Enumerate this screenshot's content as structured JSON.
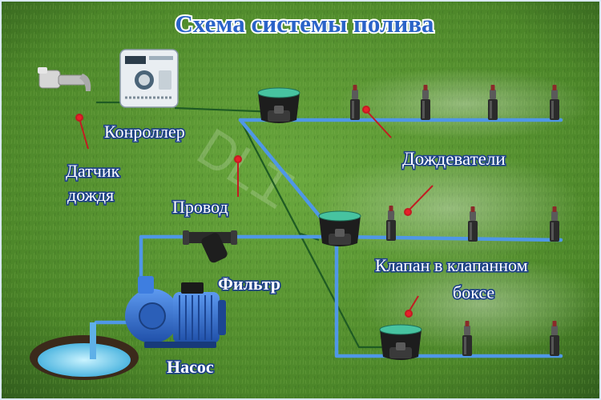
{
  "title": "Схема системы полива",
  "labels": {
    "controller": "Конроллер",
    "rain_sensor_line1": "Датчик",
    "rain_sensor_line2": "дождя",
    "wire": "Провод",
    "sprinklers": "Дождеватели",
    "valve_line1": "Клапан в клапанном",
    "valve_line2": "боксе",
    "filter": "Фильтр",
    "pump": "Насос"
  },
  "colors": {
    "grass": "#4f8a2c",
    "pipe": "#4f97e6",
    "wire": "#1f5b23",
    "label_text": "#ffffff",
    "label_outline": "#1c3f88",
    "title_text": "#2a63c8",
    "marker": "#e8202a",
    "pump_body": "#2f6fd6",
    "water": "#7fd6f2"
  },
  "icons": {
    "controller": "irrigation-controller-icon",
    "rain_sensor": "rain-sensor-icon",
    "valve_box": "valve-box-icon",
    "sprinkler": "pop-up-sprinkler-icon",
    "filter": "filter-icon",
    "pump": "water-pump-icon",
    "well": "well-icon"
  }
}
